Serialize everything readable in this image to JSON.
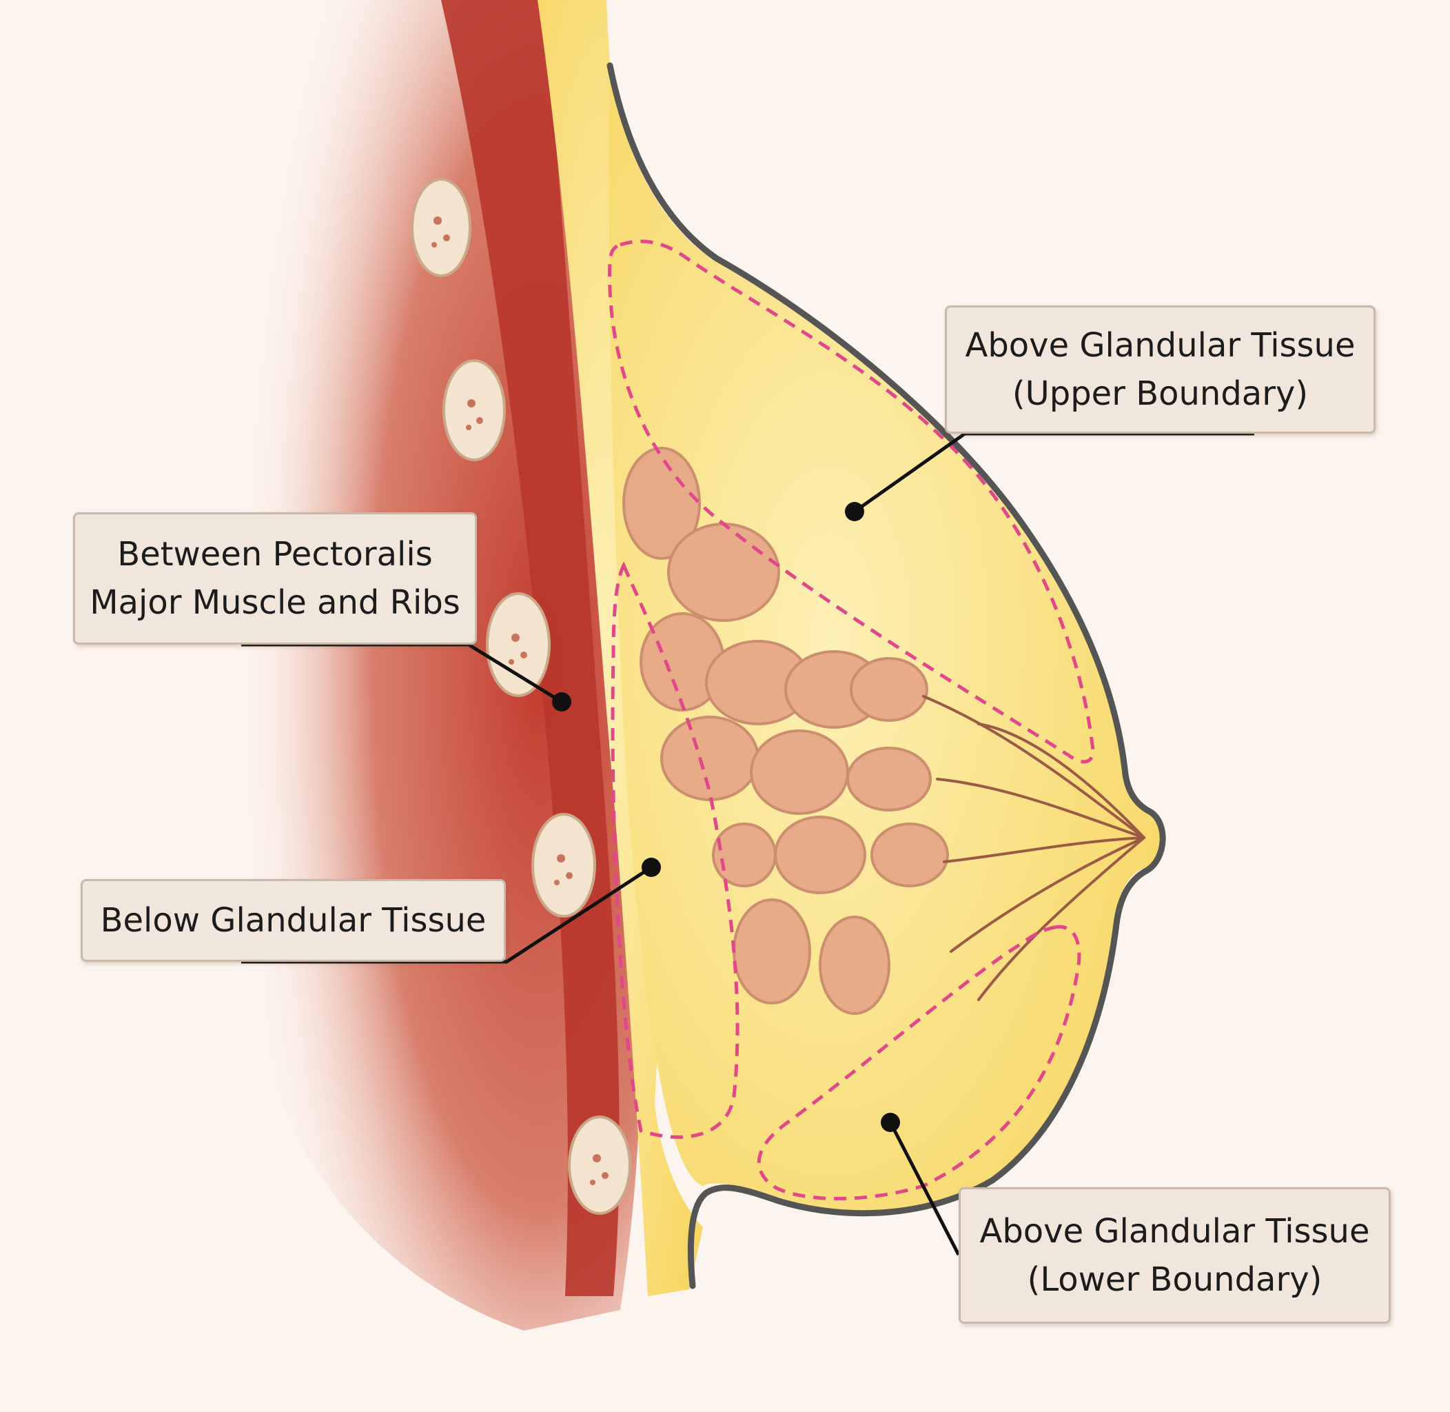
{
  "labels": {
    "upper_boundary": {
      "line1": "Above Glandular Tissue",
      "line2": "(Upper Boundary)"
    },
    "between_pectoralis": {
      "line1": "Between Pectoralis",
      "line2": "Major Muscle and Ribs"
    },
    "below_glandular": {
      "line1": "Below Glandular Tissue"
    },
    "lower_boundary": {
      "line1": "Above Glandular Tissue",
      "line2": "(Lower Boundary)"
    }
  },
  "colors": {
    "background": "#fcf4ee",
    "muscle": "#c44a3a",
    "fat": "#fbe38a",
    "gland": "#e7a888",
    "skin_outline": "#555555",
    "dashed_region": "#e0488a",
    "rib": "#f3e3cf"
  }
}
